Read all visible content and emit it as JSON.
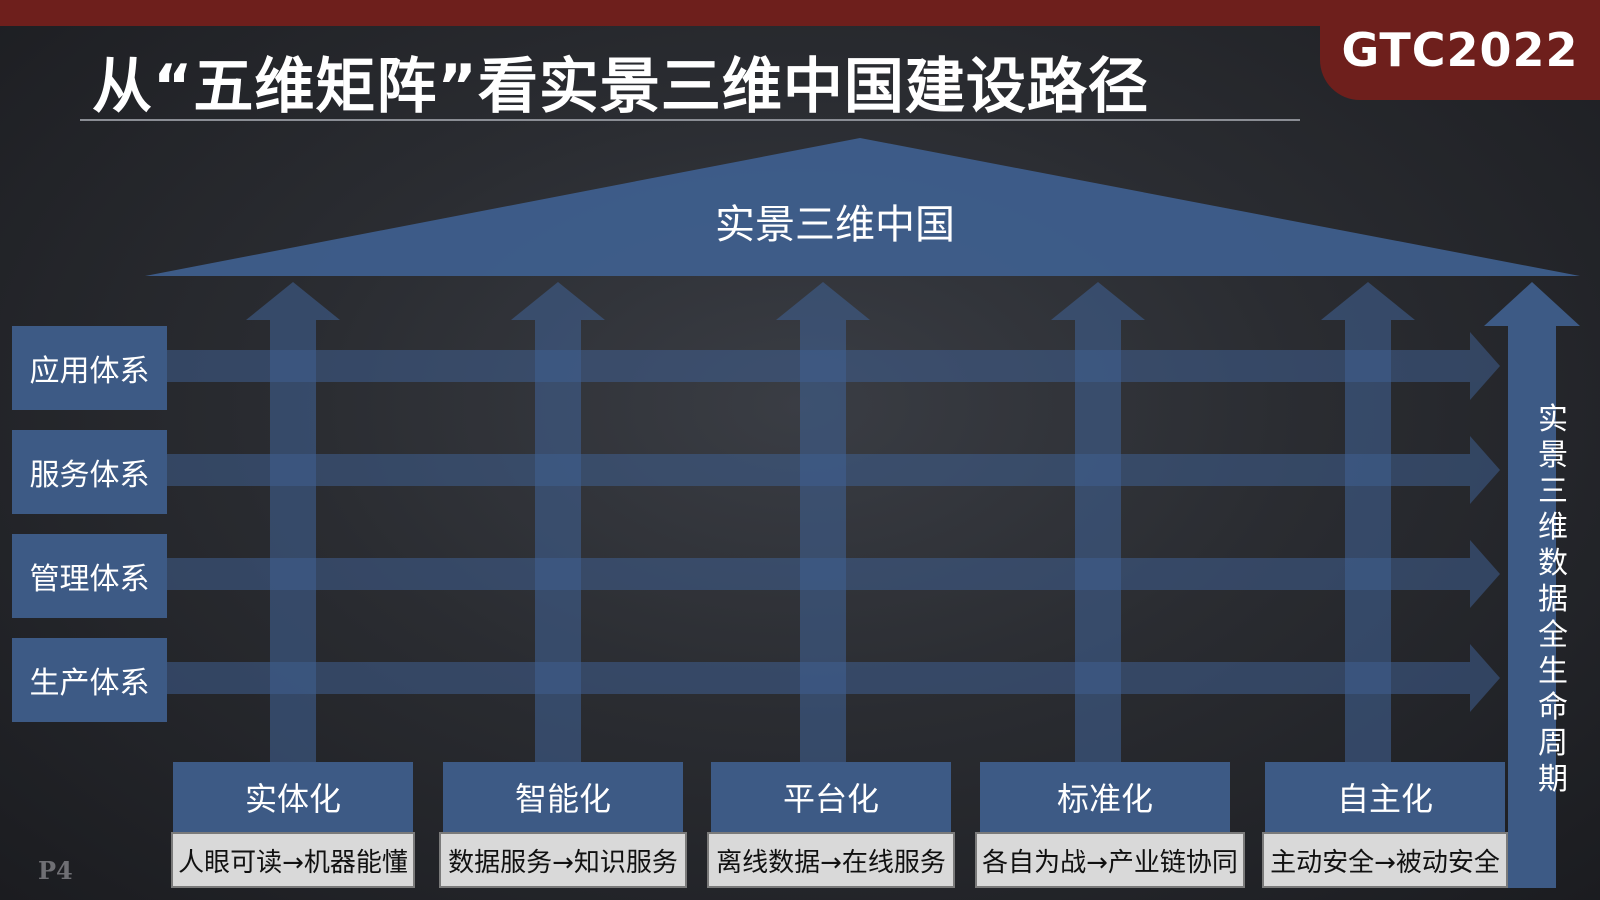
{
  "title": "从“五维矩阵”看实景三维中国建设路径",
  "logo": "GTC2022",
  "page_number": "P4",
  "roof_label": "实景三维中国",
  "systems": [
    "应用体系",
    "服务体系",
    "管理体系",
    "生产体系"
  ],
  "pillars": [
    {
      "label": "实体化",
      "sub": "人眼可读→机器能懂"
    },
    {
      "label": "智能化",
      "sub": "数据服务→知识服务"
    },
    {
      "label": "平台化",
      "sub": "离线数据→在线服务"
    },
    {
      "label": "标准化",
      "sub": "各自为战→产业链协同"
    },
    {
      "label": "自主化",
      "sub": "主动安全→被动安全"
    }
  ],
  "lifecycle_label": "实景三维数据全生命周期",
  "colors": {
    "box": "#3d5a85",
    "arrow": "#3f5f8f",
    "banner": "#6e1f1c",
    "sub_box": "#d9d9d9"
  }
}
